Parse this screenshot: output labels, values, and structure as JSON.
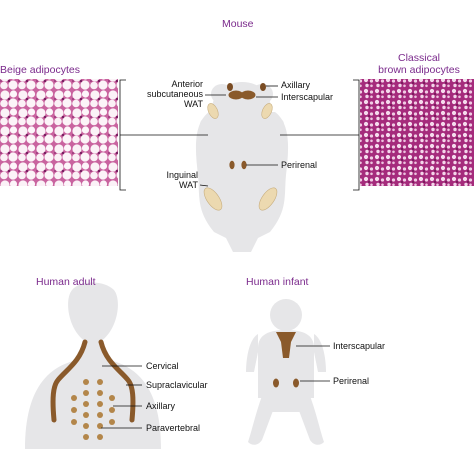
{
  "mouse": {
    "title": "Mouse",
    "labels": {
      "anterior": [
        "Anterior",
        "subcutaneous",
        "WAT"
      ],
      "axillary": "Axillary",
      "interscapular": "Interscapular",
      "perirenal": "Perirenal",
      "inguinal": [
        "Inguinal",
        "WAT"
      ]
    }
  },
  "beige": {
    "title": "Beige adipocytes"
  },
  "brown": {
    "title": [
      "Classical",
      "brown adipocytes"
    ]
  },
  "human_adult": {
    "title": "Human adult",
    "labels": {
      "cervical": "Cervical",
      "supraclavicular": "Supraclavicular",
      "axillary": "Axillary",
      "paravertebral": "Paravertebral"
    }
  },
  "human_infant": {
    "title": "Human infant",
    "labels": {
      "interscapular": "Interscapular",
      "perirenal": "Perirenal"
    }
  },
  "colors": {
    "title": "#7b2a8c",
    "silhouette": "#e6e6e8",
    "brown_fat": "#8a5a2b",
    "white_fat": "#ecd9b0",
    "stain": "#b0438f"
  }
}
